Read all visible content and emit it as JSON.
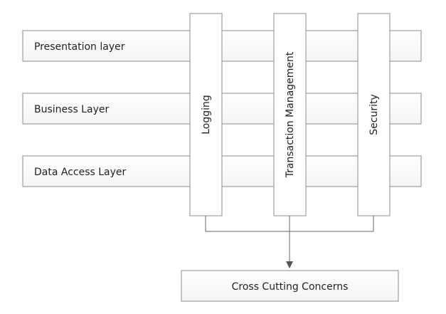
{
  "layers": [
    {
      "label": "Presentation layer"
    },
    {
      "label": "Business Layer"
    },
    {
      "label": "Data Access Layer"
    }
  ],
  "concerns": [
    {
      "label": "Logging"
    },
    {
      "label": "Transaction Management"
    },
    {
      "label": "Security"
    }
  ],
  "target": {
    "label": "Cross Cutting Concerns"
  },
  "colors": {
    "box_fill": "#ffffff",
    "stroke": "#8c8c8c",
    "text": "#222222",
    "arrow": "#666666"
  }
}
